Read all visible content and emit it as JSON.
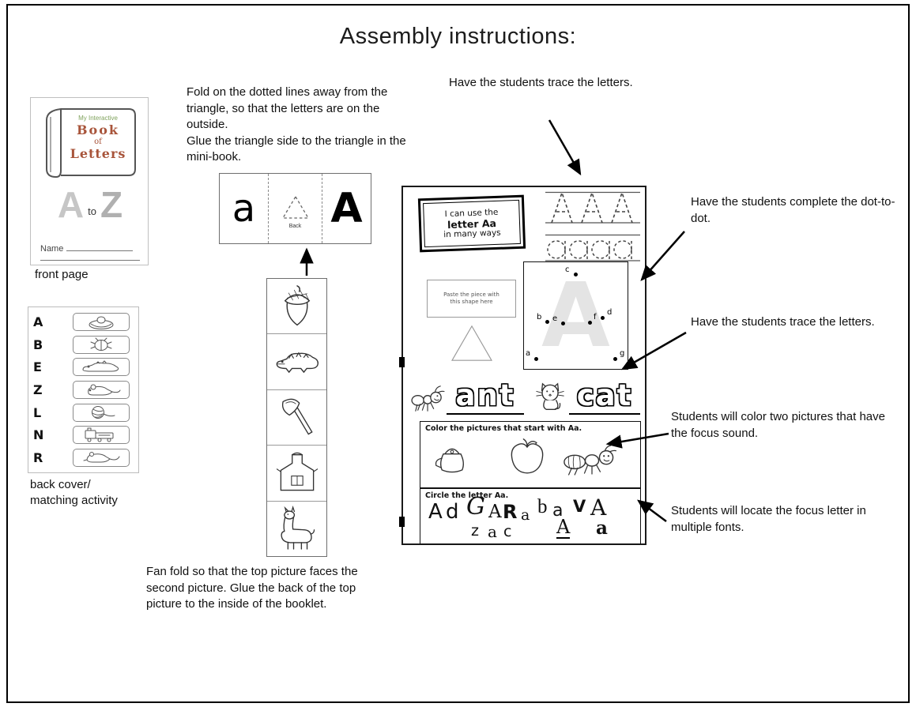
{
  "title": "Assembly instructions:",
  "front_page": {
    "caption": "front page",
    "cover_tagline": "My Interactive",
    "cover_title": [
      "Book",
      "of",
      "Letters"
    ],
    "letter_a": "A",
    "to_word": "to",
    "letter_z": "Z",
    "name_label": "Name",
    "colors": {
      "tagline": "#7fa25c",
      "cover_title": "#a8543a",
      "big_letters": "#c6c6c6"
    }
  },
  "back_cover": {
    "caption": [
      "back cover/",
      "matching activity"
    ],
    "letters": [
      "A",
      "B",
      "E",
      "Z",
      "L",
      "N",
      "R"
    ],
    "pictures": [
      "nest",
      "beetle",
      "alligator",
      "mouse",
      "yarn",
      "train",
      "rat"
    ]
  },
  "notes": {
    "fold": "Fold on the dotted lines away from the triangle, so that the letters are on the outside.",
    "glue": "Glue the triangle side to the triangle in the mini-book.",
    "fan_fold": "Fan fold so that the top picture faces the second picture. Glue the back of the top picture to the inside of the booklet.",
    "trace_letters_top": "Have the students trace the letters.",
    "dot_to_dot": "Have the students complete the dot-to-dot.",
    "trace_letters_mid": "Have the students trace the letters.",
    "color_pictures": "Students will color two pictures that have the focus sound.",
    "locate_letter": "Students will locate the focus letter in multiple fonts."
  },
  "letter_strip": {
    "lowercase": "a",
    "back_label": "Back",
    "uppercase": "A"
  },
  "picture_strip": [
    "acorn",
    "alligator",
    "axe",
    "apron",
    "llama"
  ],
  "worksheet": {
    "i_can": [
      "I can use the",
      "letter Aa",
      "in many ways"
    ],
    "paste_label": [
      "Paste the piece with",
      "this shape here"
    ],
    "dot_letter": "A",
    "dot_labels": [
      "a",
      "b",
      "c",
      "d",
      "e",
      "f",
      "g"
    ],
    "trace_word_1": "ant",
    "trace_word_2": "cat",
    "color_title": "Color the pictures that start with Aa.",
    "color_pictures": [
      "kettle",
      "apple",
      "ant"
    ],
    "circle_title": "Circle the letter Aa.",
    "circle_letters": [
      "A",
      "d",
      "G",
      "A",
      "R",
      "a",
      "b",
      "a",
      "V",
      "A",
      "z",
      "a",
      "c",
      "A",
      "a"
    ]
  }
}
